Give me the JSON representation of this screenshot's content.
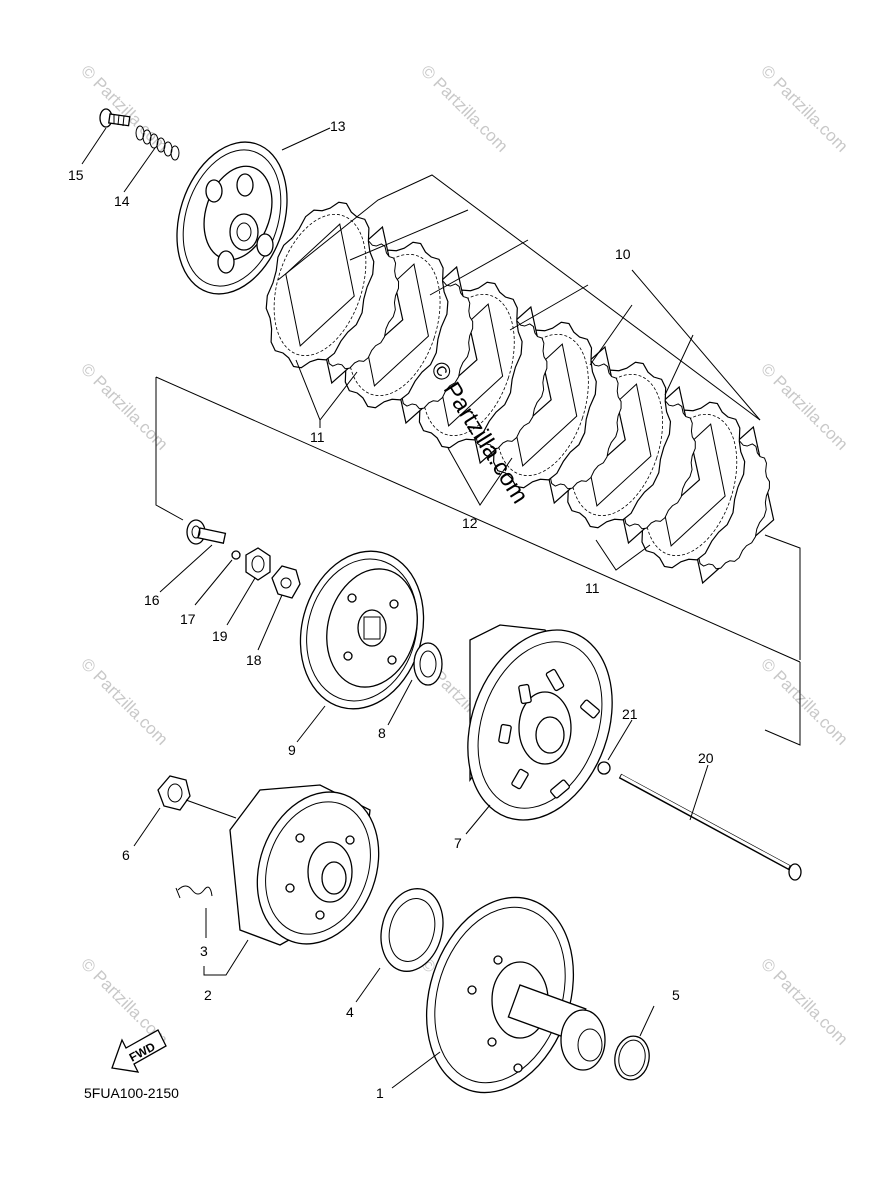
{
  "diagram": {
    "drawing_code": "5FUA100-2150",
    "fwd_label": "FWD",
    "watermark": "© Partzilla.com",
    "center_watermark": "© Partzilla.com",
    "callouts": {
      "c1": "1",
      "c2": "2",
      "c3": "3",
      "c4": "4",
      "c5": "5",
      "c6": "6",
      "c7": "7",
      "c8": "8",
      "c9": "9",
      "c10": "10",
      "c11a": "11",
      "c11b": "11",
      "c12": "12",
      "c13": "13",
      "c14": "14",
      "c15": "15",
      "c16": "16",
      "c17": "17",
      "c18": "18",
      "c19": "19",
      "c20": "20",
      "c21": "21"
    }
  }
}
